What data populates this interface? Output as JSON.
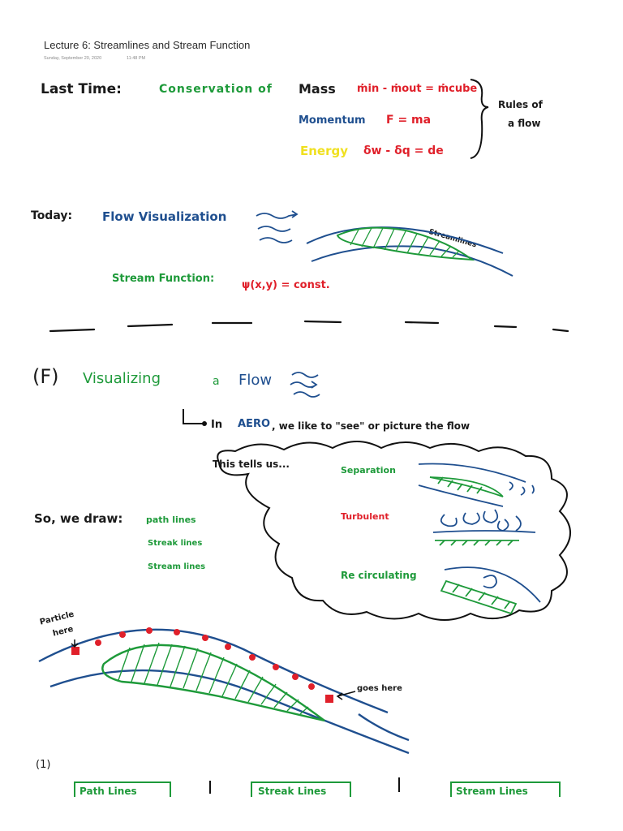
{
  "header": {
    "title": "Lecture 6: Streamlines and Stream Function",
    "date": "Sunday, September 20, 2020",
    "time": "11:48 PM"
  },
  "last_time": {
    "label": "Last Time:",
    "conservation": "Conservation of",
    "mass": "Mass",
    "mass_eq": "ṁin - ṁout = ṁcube",
    "momentum": "Momentum",
    "momentum_eq": "F = ma",
    "energy": "Energy",
    "energy_eq": "δw - δq = de",
    "rules_line1": "Rules of",
    "rules_line2": "a flow"
  },
  "today": {
    "label": "Today:",
    "flow_vis": "Flow Visualization",
    "streamlines": "Streamlines",
    "stream_function": "Stream Function:",
    "stream_eq": "ψ(x,y) = const."
  },
  "section_f": {
    "marker": "(F)",
    "title_1": "Visualizing",
    "title_2": "a",
    "title_3": "Flow",
    "aero_1": "In",
    "aero_2": "AERO",
    "aero_3": ", we like to \"see\" or picture the flow"
  },
  "cloud": {
    "intro": "This tells us...",
    "separation": "Separation",
    "turbulent": "Turbulent",
    "recirculating": "Re circulating"
  },
  "draw": {
    "label": "So, we draw:",
    "items": [
      "path lines",
      "Streak lines",
      "Stream lines"
    ]
  },
  "diagram": {
    "particle_1": "Particle",
    "particle_2": "here",
    "goes_here": "goes here",
    "number": "(1)"
  },
  "bottom_boxes": [
    "Path Lines",
    "Streak Lines",
    "Stream Lines"
  ]
}
